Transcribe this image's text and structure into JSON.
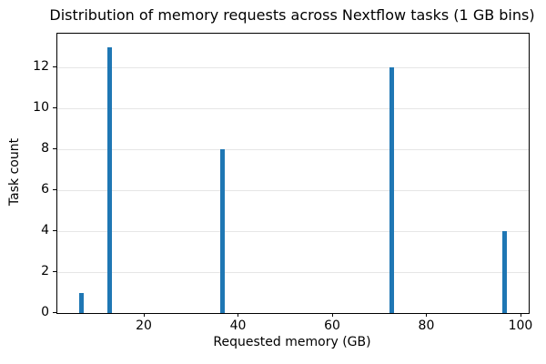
{
  "chart_data": {
    "type": "bar",
    "subtype": "histogram",
    "title": "Distribution of memory requests across Nextflow tasks (1 GB bins)",
    "xlabel": "Requested memory (GB)",
    "ylabel": "Task count",
    "bin_width_gb": 1,
    "bins": [
      {
        "bin_start_gb": 6,
        "count": 1
      },
      {
        "bin_start_gb": 12,
        "count": 13
      },
      {
        "bin_start_gb": 36,
        "count": 8
      },
      {
        "bin_start_gb": 72,
        "count": 12
      },
      {
        "bin_start_gb": 96,
        "count": 4
      }
    ],
    "x_ticks": [
      20,
      40,
      60,
      80,
      100
    ],
    "y_ticks": [
      0,
      2,
      4,
      6,
      8,
      10,
      12
    ],
    "xlim": [
      1.45,
      101.55
    ],
    "ylim": [
      0,
      13.65
    ],
    "grid": "y",
    "legend": "none",
    "colors": {
      "bar": "#1f77b4",
      "grid": "#e6e6e6",
      "spine": "#000000",
      "text": "#000000",
      "background": "#ffffff"
    }
  }
}
